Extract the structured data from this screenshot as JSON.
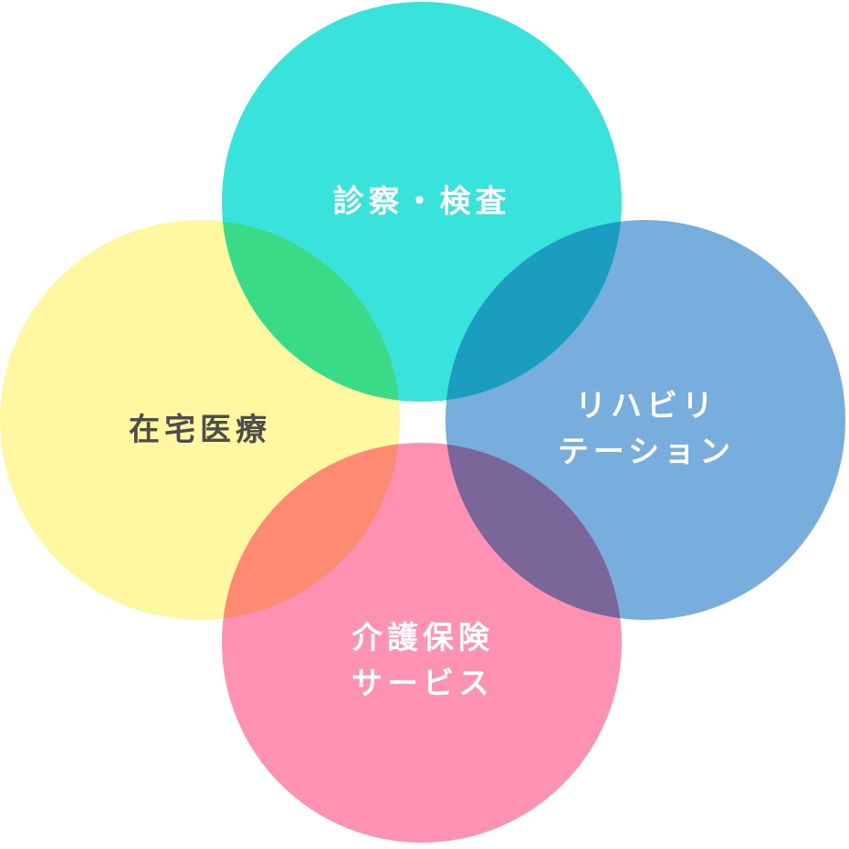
{
  "diagram": {
    "circles": [
      {
        "id": "top",
        "lines": [
          "診察・検査"
        ],
        "fill": "#38E3DB",
        "text_color": "#FFFFFF"
      },
      {
        "id": "left",
        "lines": [
          "在宅医療"
        ],
        "fill": "#FFF8A0",
        "text_color": "#4D4D4D"
      },
      {
        "id": "right",
        "lines": [
          "リハビリ",
          "テーション"
        ],
        "fill": "#77AEDD",
        "text_color": "#FFFFFF"
      },
      {
        "id": "bottom",
        "lines": [
          "介護保険",
          "サービス"
        ],
        "fill": "#FF91B2",
        "text_color": "#FFFFFF"
      }
    ],
    "overlap_colors": {
      "top_left": "#3ADB87",
      "top_right": "#1B9CC1",
      "left_bottom": "#FF8A72",
      "right_bottom": "#7A6699"
    }
  }
}
